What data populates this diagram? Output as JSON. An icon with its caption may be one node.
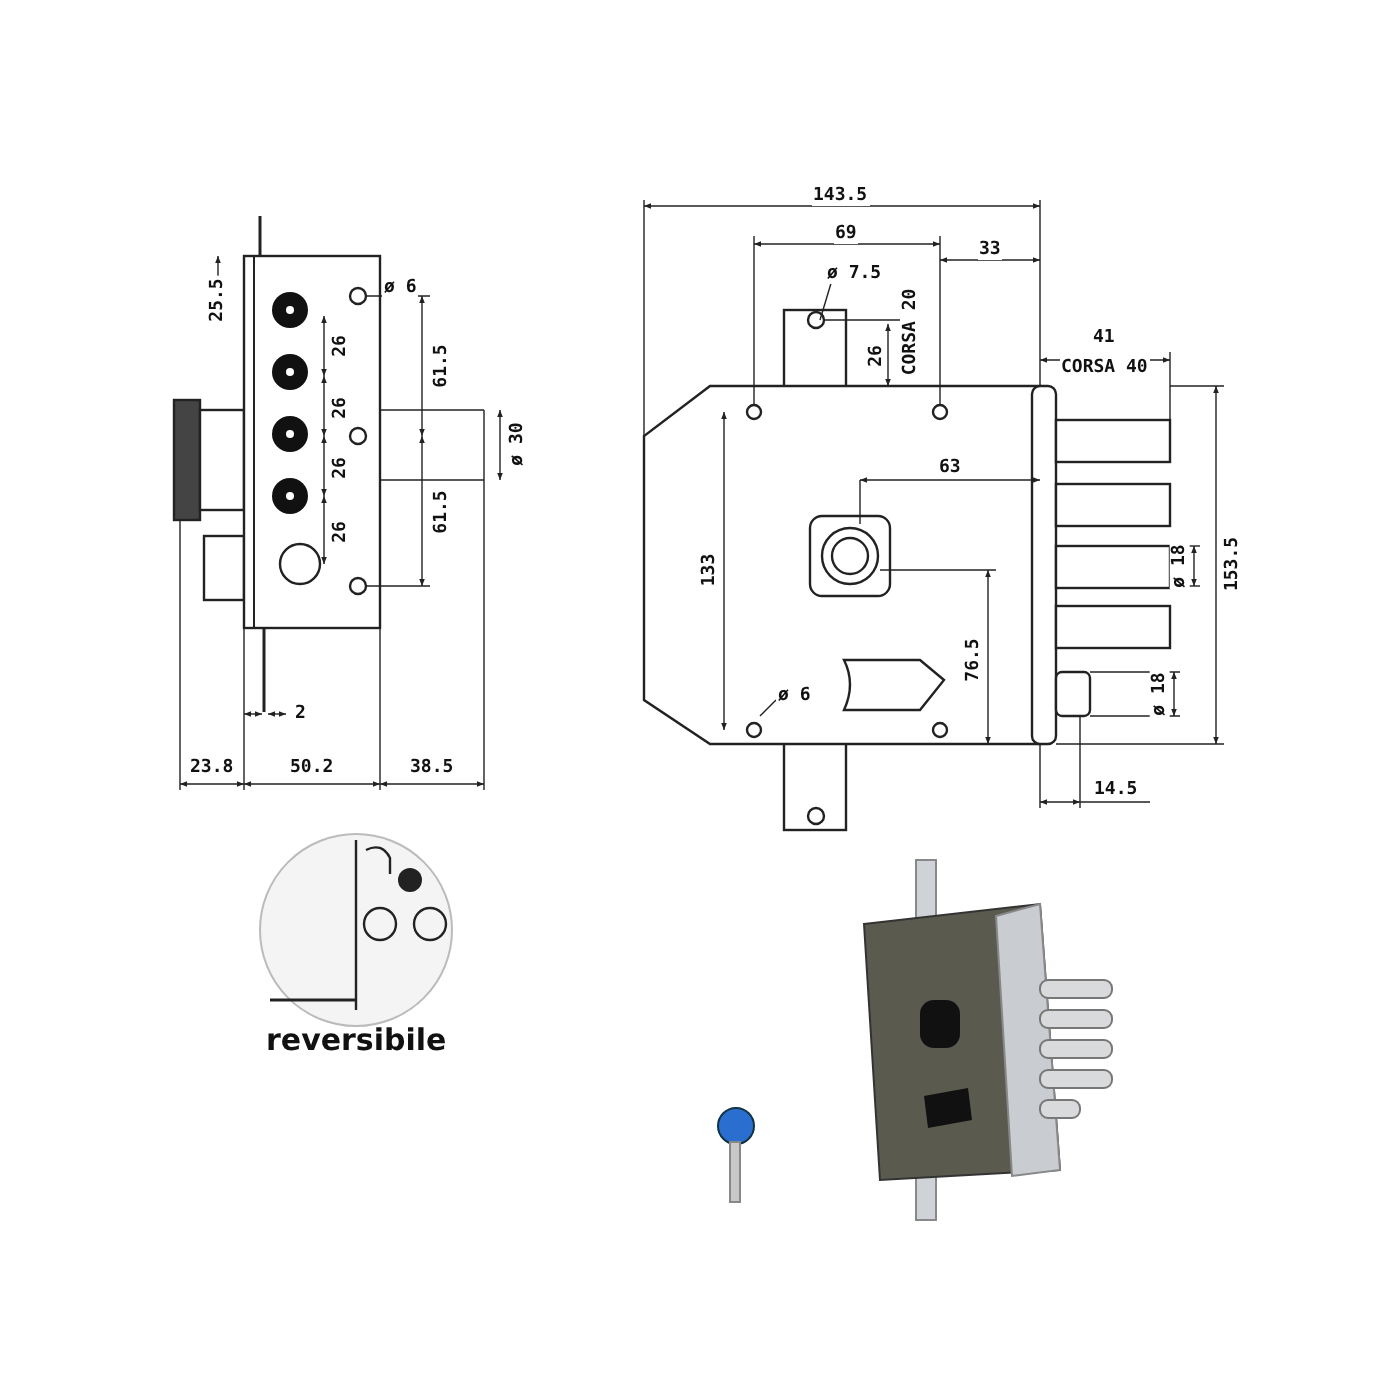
{
  "diagram": {
    "labels": [
      "25.5",
      "ø 6",
      "61.5",
      "26",
      "26",
      "ø 30",
      "26",
      "61.5",
      "26",
      "2",
      "23.8",
      "50.2",
      "38.5",
      "143.5",
      "69",
      "ø 7.5",
      "33",
      "26",
      "CORSA 20",
      "41",
      "CORSA 40",
      "63",
      "ø 18",
      "133",
      "153.5",
      "76.5",
      "ø 6",
      "ø 18",
      "14.5",
      "reversibile"
    ]
  }
}
